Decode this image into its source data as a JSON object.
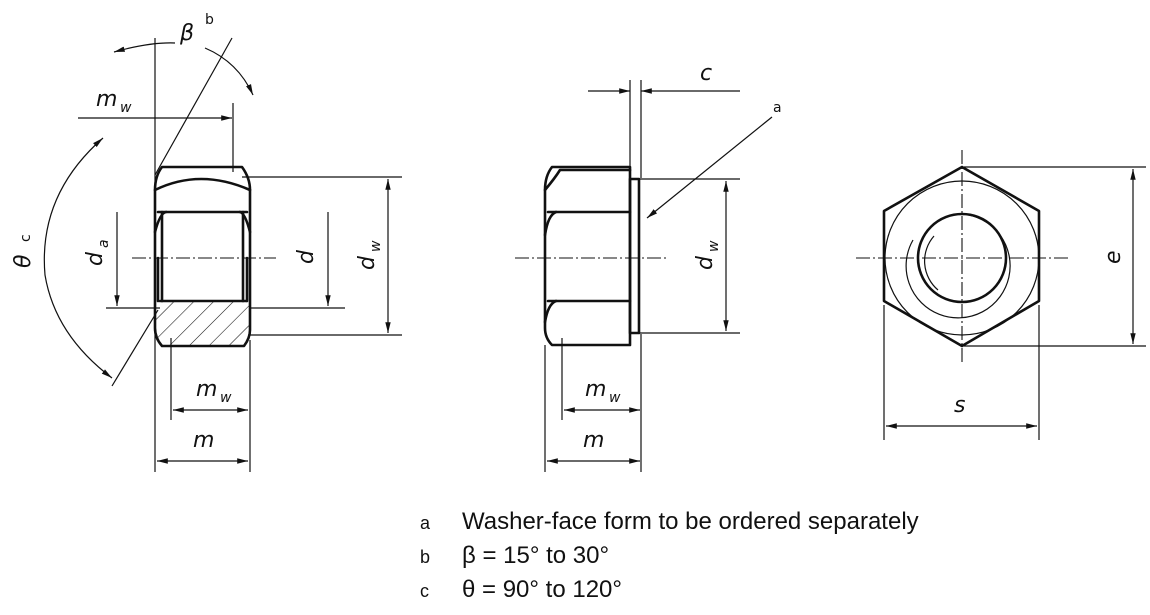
{
  "labels": {
    "beta": "β",
    "beta_note": "b",
    "theta": "θ",
    "theta_note": "c",
    "m": "m",
    "w": "w",
    "d": "d",
    "a": "a",
    "c": "c",
    "e": "e",
    "s": "s"
  },
  "notes": [
    {
      "key": "a",
      "text": "Washer-face form to be ordered separately"
    },
    {
      "key": "b",
      "text": "β = 15° to 30°"
    },
    {
      "key": "c",
      "text": "θ = 90° to 120°"
    }
  ]
}
